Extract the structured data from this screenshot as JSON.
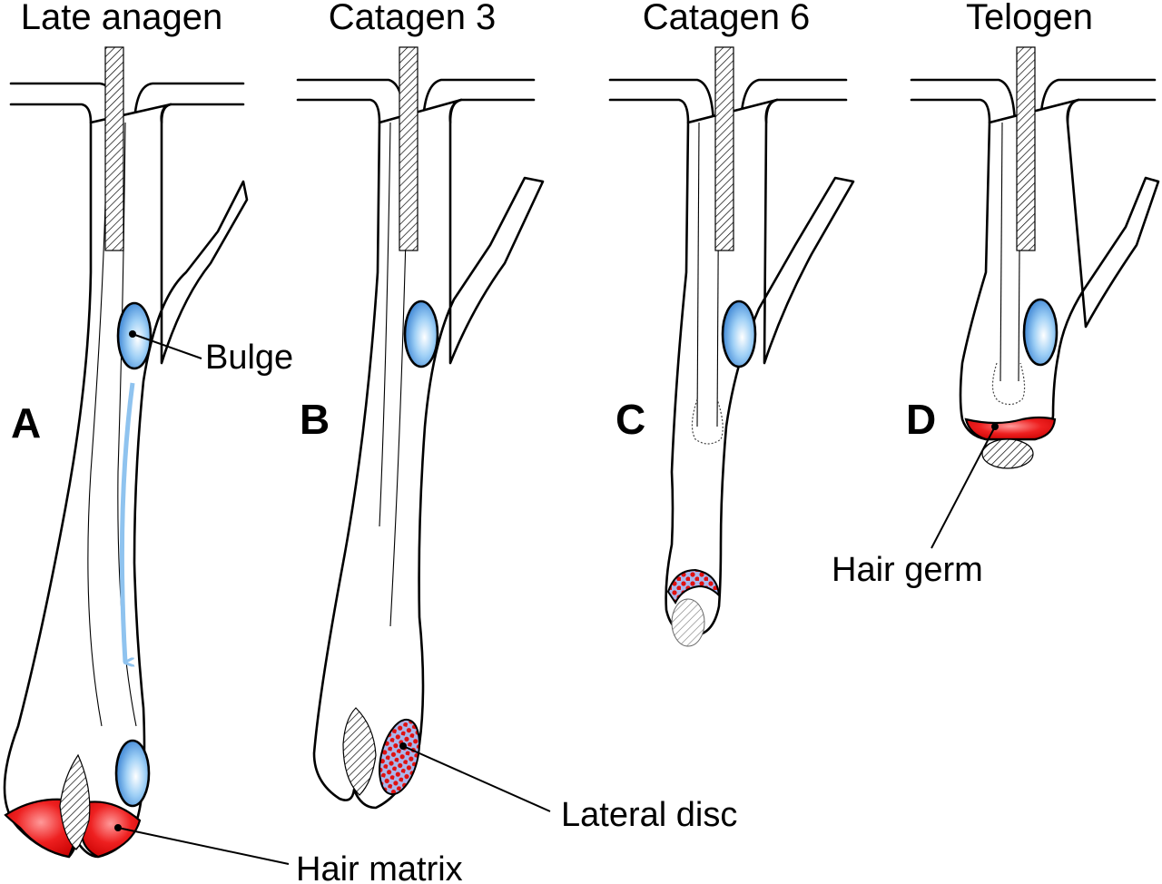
{
  "panels": [
    {
      "letter": "A",
      "title": "Late anagen"
    },
    {
      "letter": "B",
      "title": "Catagen 3"
    },
    {
      "letter": "C",
      "title": "Catagen 6"
    },
    {
      "letter": "D",
      "title": "Telogen"
    }
  ],
  "labels": {
    "bulge": "Bulge",
    "hair_matrix": "Hair matrix",
    "lateral_disc": "Lateral disc",
    "hair_germ": "Hair germ"
  },
  "colors": {
    "bulge": "#3f8ed6",
    "matrix": "#e01010",
    "arrow": "#8fc3ef",
    "disc_dots": "#e01010",
    "disc_base": "#3a5fc8"
  }
}
